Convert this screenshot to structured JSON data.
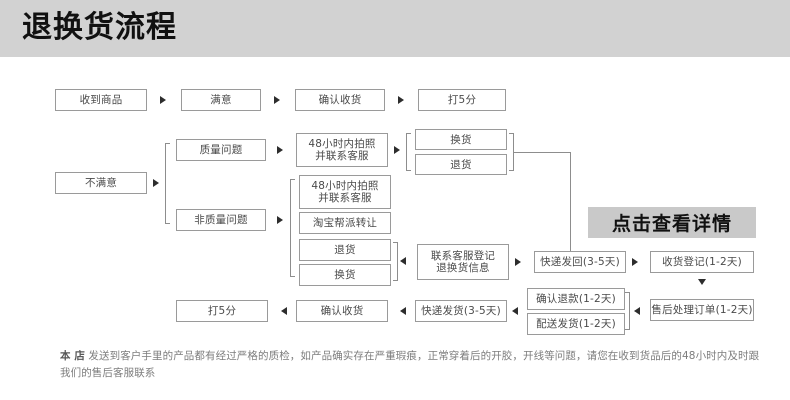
{
  "header": {
    "title": "退换货流程",
    "band_color": "#d2d2d2"
  },
  "cta": {
    "label": "点击查看详情",
    "background": "#c9c9c9"
  },
  "nodes": {
    "received": "收到商品",
    "satisfied": "满意",
    "confirm_receipt_top": "确认收货",
    "rate5_top": "打5分",
    "unsatisfied": "不满意",
    "quality_issue": "质量问题",
    "non_quality_issue": "非质量问题",
    "photo_contact_1": "48小时内拍照\n并联系客服",
    "photo_contact_2": "48小时内拍照\n并联系客服",
    "taobao_transfer": "淘宝帮派转让",
    "exchange_top": "换货",
    "return_top": "退货",
    "return_mid": "退货",
    "exchange_mid": "换货",
    "register_info": "联系客服登记\n退换货信息",
    "express_back": "快递发回(3-5天)",
    "receive_register": "收货登记(1-2天)",
    "aftersale_order": "售后处理订单(1-2天)",
    "confirm_refund": "确认退款(1-2天)",
    "delivery_ship": "配送发货(1-2天)",
    "express_ship": "快递发货(3-5天)",
    "confirm_receipt_bottom": "确认收货",
    "rate5_bottom": "打5分"
  },
  "footer": {
    "lead": "本 店",
    "text": " 发送到客户手里的产品都有经过严格的质检，如产品确实存在严重瑕痕，正常穿着后的开胶，开线等问题，请您在收到货品后的48小时内及时跟我们的售后客服联系"
  }
}
